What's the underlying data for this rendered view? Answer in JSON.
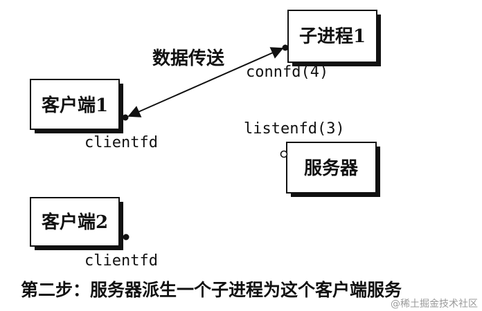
{
  "boxes": {
    "child_process": "子进程1",
    "client1": "客户端1",
    "server": "服务器",
    "client2": "客户端2"
  },
  "arrow_label": "数据传送",
  "descriptors": {
    "connfd": "connfd(4)",
    "client1_fd": "clientfd",
    "listenfd": "listenfd(3)",
    "client2_fd": "clientfd"
  },
  "caption": "第二步：服务器派生一个子进程为这个客户端服务",
  "watermark": "@稀土掘金技术社区"
}
